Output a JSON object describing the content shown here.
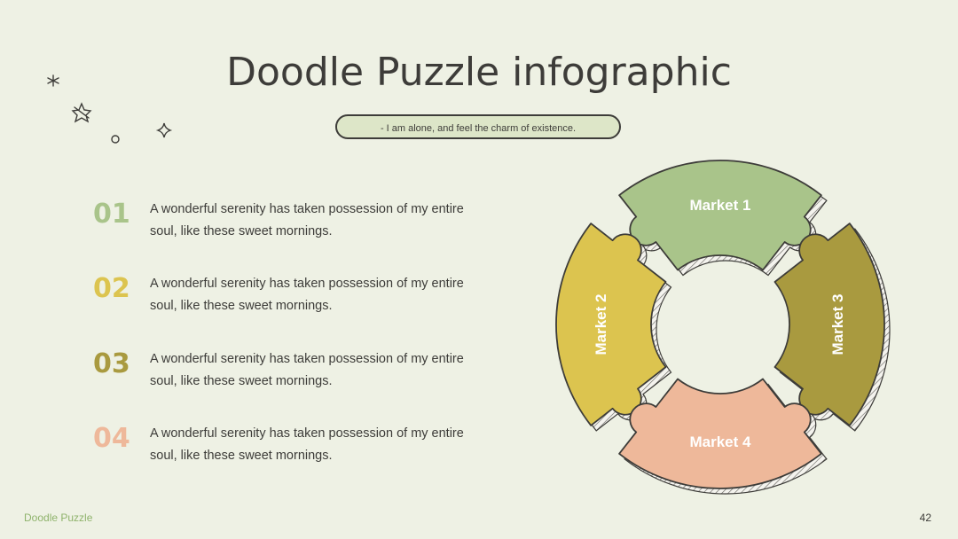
{
  "title": "Doodle Puzzle infographic",
  "subtitle": "- I am alone, and feel the charm of existence.",
  "items": [
    {
      "num": "01",
      "text": "A wonderful serenity has taken possession of my entire soul, like these sweet mornings.",
      "color": "#a9c48a"
    },
    {
      "num": "02",
      "text": "A wonderful serenity has taken possession of my entire soul, like these sweet mornings.",
      "color": "#dcc44f"
    },
    {
      "num": "03",
      "text": "A wonderful serenity has taken possession of my entire soul, like these sweet mornings.",
      "color": "#a99a3f"
    },
    {
      "num": "04",
      "text": "A wonderful serenity has taken possession of my entire soul, like these sweet mornings.",
      "color": "#eeb89a"
    }
  ],
  "puzzle": {
    "pieces": [
      {
        "label": "Market 1",
        "color": "#a9c48a"
      },
      {
        "label": "Market 2",
        "color": "#dcc44f"
      },
      {
        "label": "Market 3",
        "color": "#a99a3f"
      },
      {
        "label": "Market 4",
        "color": "#eeb89a"
      }
    ]
  },
  "footer": {
    "brand": "Doodle Puzzle",
    "page": "42"
  }
}
